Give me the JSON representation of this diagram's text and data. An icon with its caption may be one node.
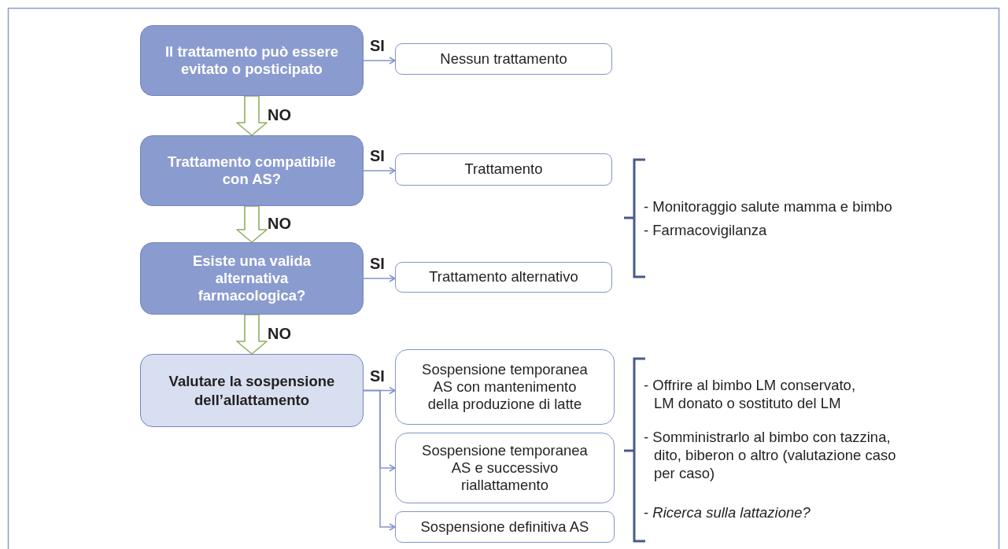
{
  "diagram": {
    "nodes": [
      {
        "text": [
          "Il trattamento può essere evitato o posticipato"
        ]
      },
      {
        "text": [
          "Nessun trattamento"
        ]
      },
      {
        "text": [
          "Trattamento compatibile con AS?"
        ]
      },
      {
        "text": [
          "Trattamento"
        ]
      },
      {
        "text": [
          "Esiste una valida alternativa farmacologica?"
        ]
      },
      {
        "text": [
          "Trattamento alternativo"
        ]
      },
      {
        "text": [
          "Valutare la sospensione dell’allattamento"
        ]
      },
      {
        "text": [
          "Sospensione temporanea AS con mantenimento della produzione di latte"
        ]
      },
      {
        "text": [
          "Sospensione temporanea AS e successivo riallattamento"
        ]
      },
      {
        "text": [
          "Sospensione definitiva AS"
        ]
      }
    ],
    "edges": [
      {
        "from": 0,
        "to": 1,
        "arrow": "to",
        "label": "SI"
      },
      {
        "from": 0,
        "to": 2,
        "arrow": "to",
        "label": "NO",
        "style": "thick",
        "color": "#8fae60"
      },
      {
        "from": 2,
        "to": 3,
        "arrow": "to",
        "label": "SI"
      },
      {
        "from": 2,
        "to": 4,
        "arrow": "to",
        "label": "NO",
        "style": "thick",
        "color": "#8fae60"
      },
      {
        "from": 4,
        "to": 5,
        "arrow": "to",
        "label": "SI"
      },
      {
        "from": 4,
        "to": 6,
        "arrow": "to",
        "label": "NO",
        "style": "thick",
        "color": "#8fae60"
      },
      {
        "from": 6,
        "to": 7,
        "arrow": "to",
        "label": "SI"
      },
      {
        "from": 6,
        "to": 8,
        "arrow": "to"
      },
      {
        "from": 6,
        "to": 9,
        "arrow": "to"
      }
    ],
    "labels": [
      "- Monitoraggio salute mamma e bimbo",
      "- Farmacovigilanza",
      "- Offrire al bimbo LM conservato, LM donato o sostituto del LM",
      "- Somministrarlo al bimbo con tazzina, dito, biberon o altro (valutazione caso per caso)",
      "- *Ricerca sulla lattazione?*"
    ]
  }
}
